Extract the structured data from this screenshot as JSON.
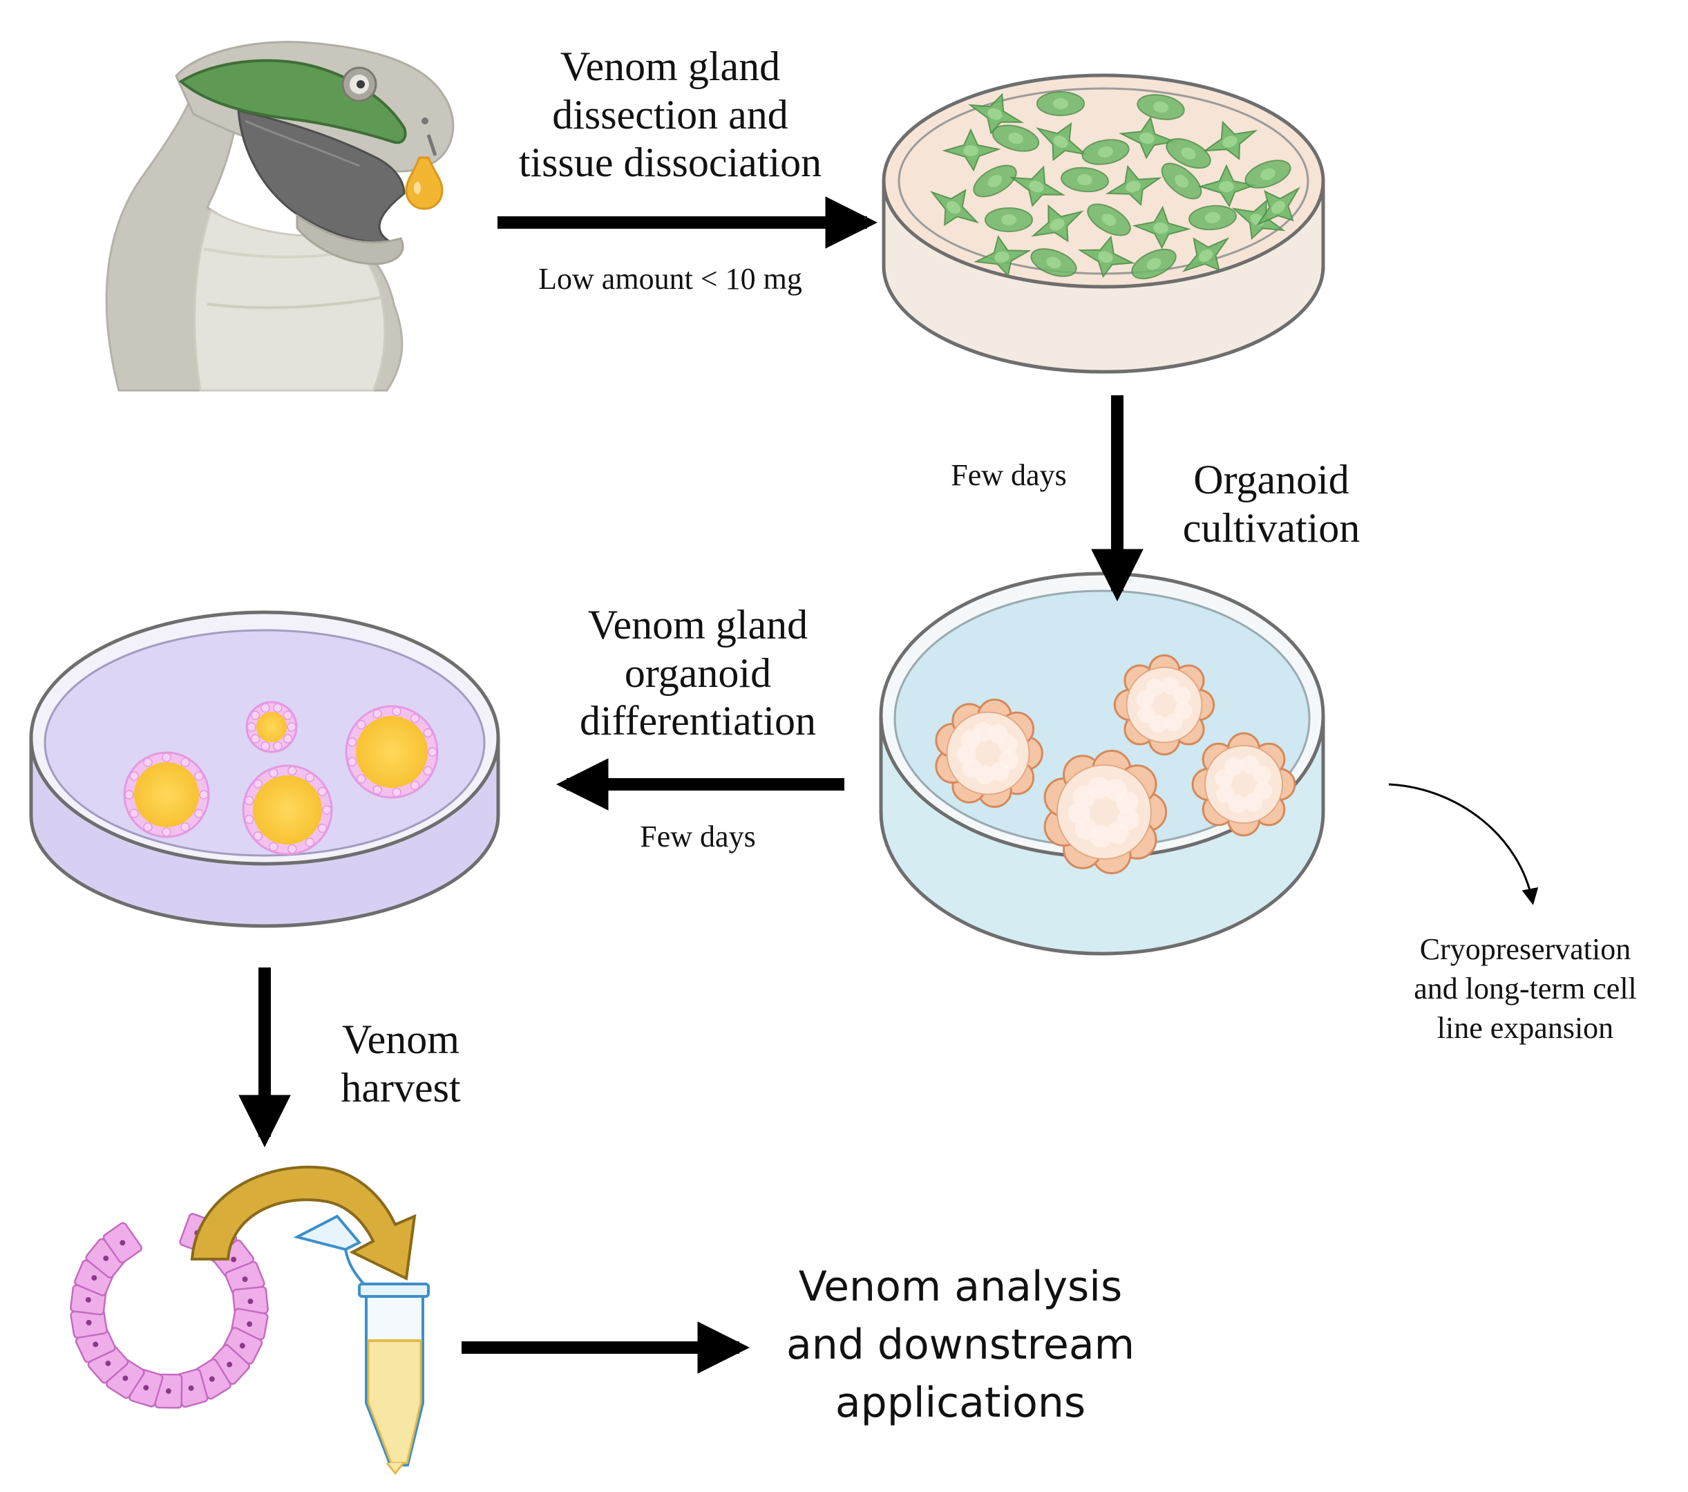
{
  "steps": {
    "dissection": {
      "lines": [
        "Venom gland",
        "dissection and",
        "tissue dissociation"
      ],
      "note": "Low amount < 10 mg"
    },
    "cultivation": {
      "lines": [
        "Organoid",
        "cultivation"
      ],
      "note": "Few days"
    },
    "differentiation": {
      "lines": [
        "Venom gland",
        "organoid",
        "differentiation"
      ],
      "note": "Few days"
    },
    "harvest": {
      "lines": [
        "Venom",
        "harvest"
      ]
    },
    "cryo": {
      "lines": [
        "Cryopreservation",
        "and long-term cell",
        "line expansion"
      ]
    },
    "analysis": {
      "lines": [
        "Venom analysis",
        "and downstream",
        "applications"
      ]
    }
  },
  "colors": {
    "arrow": "#000000",
    "snake_body": "#c9c6bd",
    "snake_belly": "#e4e2da",
    "venom_gland": "#5f9a54",
    "venom_drop": "#f2b632",
    "dish_tissue_medium": "#f6e4d6",
    "dish_organoid_medium": "#cfe8f1",
    "dish_diff_medium": "#ddd5f6",
    "cells_green": "#6fb869",
    "organoid_fill": "#fbe7da",
    "organoid_edge": "#d48a5c",
    "secretory_yellow": "#fcc93f",
    "epithelium_pink": "#e39ae0",
    "tube_venom": "#f8e6a4",
    "harvest_arrow": "#b89328"
  }
}
